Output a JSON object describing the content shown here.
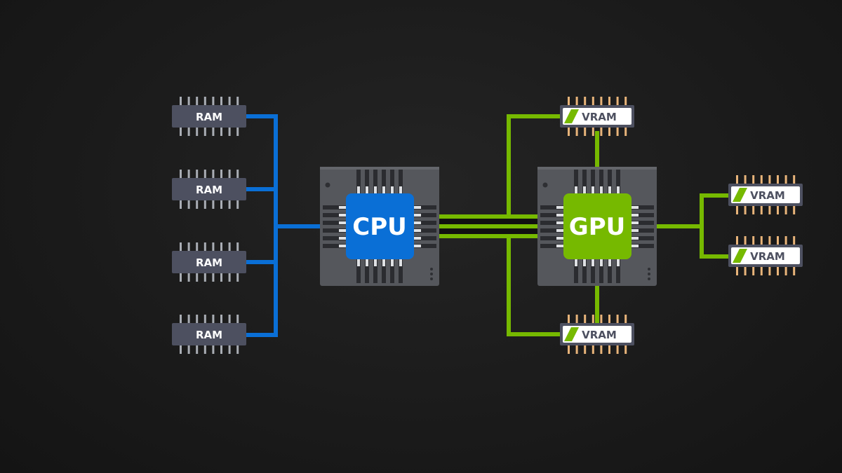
{
  "diagram": {
    "cpu": {
      "label": "CPU",
      "color": "#0a6fd6"
    },
    "gpu": {
      "label": "GPU",
      "color": "#76b900"
    },
    "ram_modules": [
      {
        "label": "RAM"
      },
      {
        "label": "RAM"
      },
      {
        "label": "RAM"
      },
      {
        "label": "RAM"
      }
    ],
    "vram_modules": [
      {
        "label": "VRAM"
      },
      {
        "label": "VRAM"
      },
      {
        "label": "VRAM"
      },
      {
        "label": "VRAM"
      }
    ],
    "colors": {
      "background": "#1b1b1b",
      "ram_bus": "#0a6fd6",
      "gpu_bus": "#76b900",
      "package": "#55575c",
      "ram_body": "#4d5060",
      "vram_pins": "#e8b47a"
    }
  }
}
